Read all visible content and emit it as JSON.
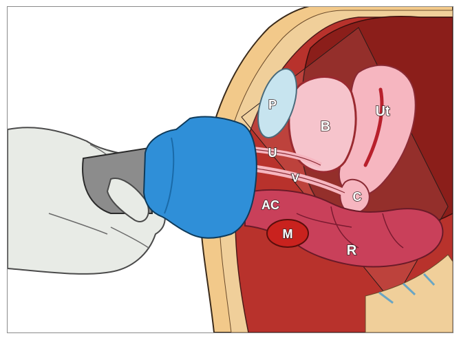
{
  "labels": {
    "prostate": "P",
    "bladder": "B",
    "uterus": "Ut",
    "urethra": "U",
    "vagina": "V",
    "cervix": "C",
    "anal_canal": "AC",
    "muscle": "M",
    "rectum": "R"
  },
  "colors": {
    "skin": "#f2c98a",
    "fat": "#f0cf9a",
    "tissue_dark": "#8b1e1a",
    "tissue_mid": "#b8322c",
    "organ_pink": "#f6b6c0",
    "rectum": "#c9405a",
    "probe_blue": "#2f8fd8",
    "glove": "#e8ebe6",
    "prostate_blue": "#c7e4ef"
  }
}
